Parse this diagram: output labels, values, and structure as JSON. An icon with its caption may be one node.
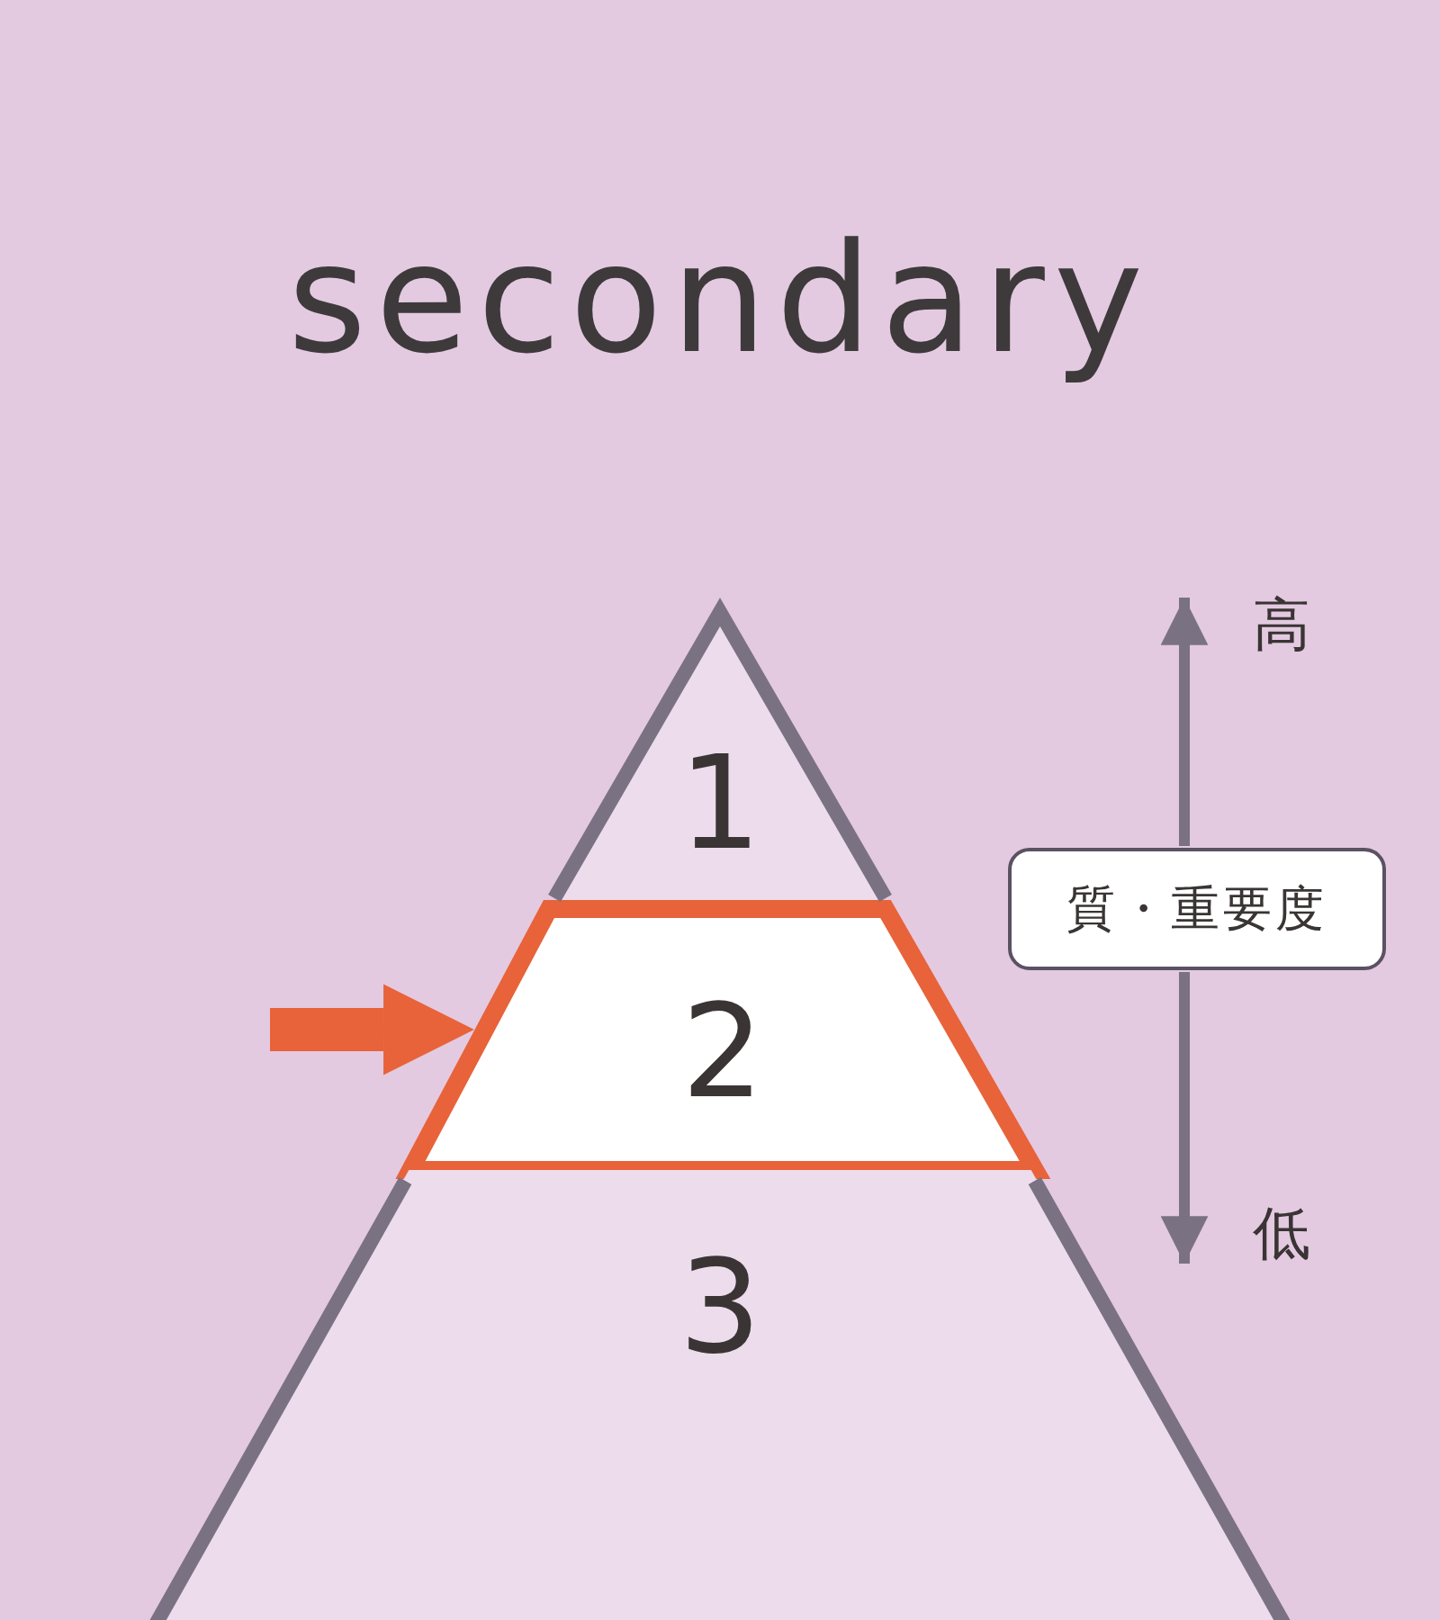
{
  "diagram": {
    "title": "secondary",
    "nodes": [
      {
        "text": [
          "1"
        ]
      },
      {
        "text": [
          "2"
        ]
      },
      {
        "text": [
          "3"
        ]
      },
      {
        "text": [
          "質・重要度"
        ]
      }
    ],
    "edges": [
      {
        "from": null,
        "to": 1,
        "arrow": "to",
        "color": "#e8623a"
      }
    ],
    "labels": [
      "高",
      "低"
    ]
  }
}
